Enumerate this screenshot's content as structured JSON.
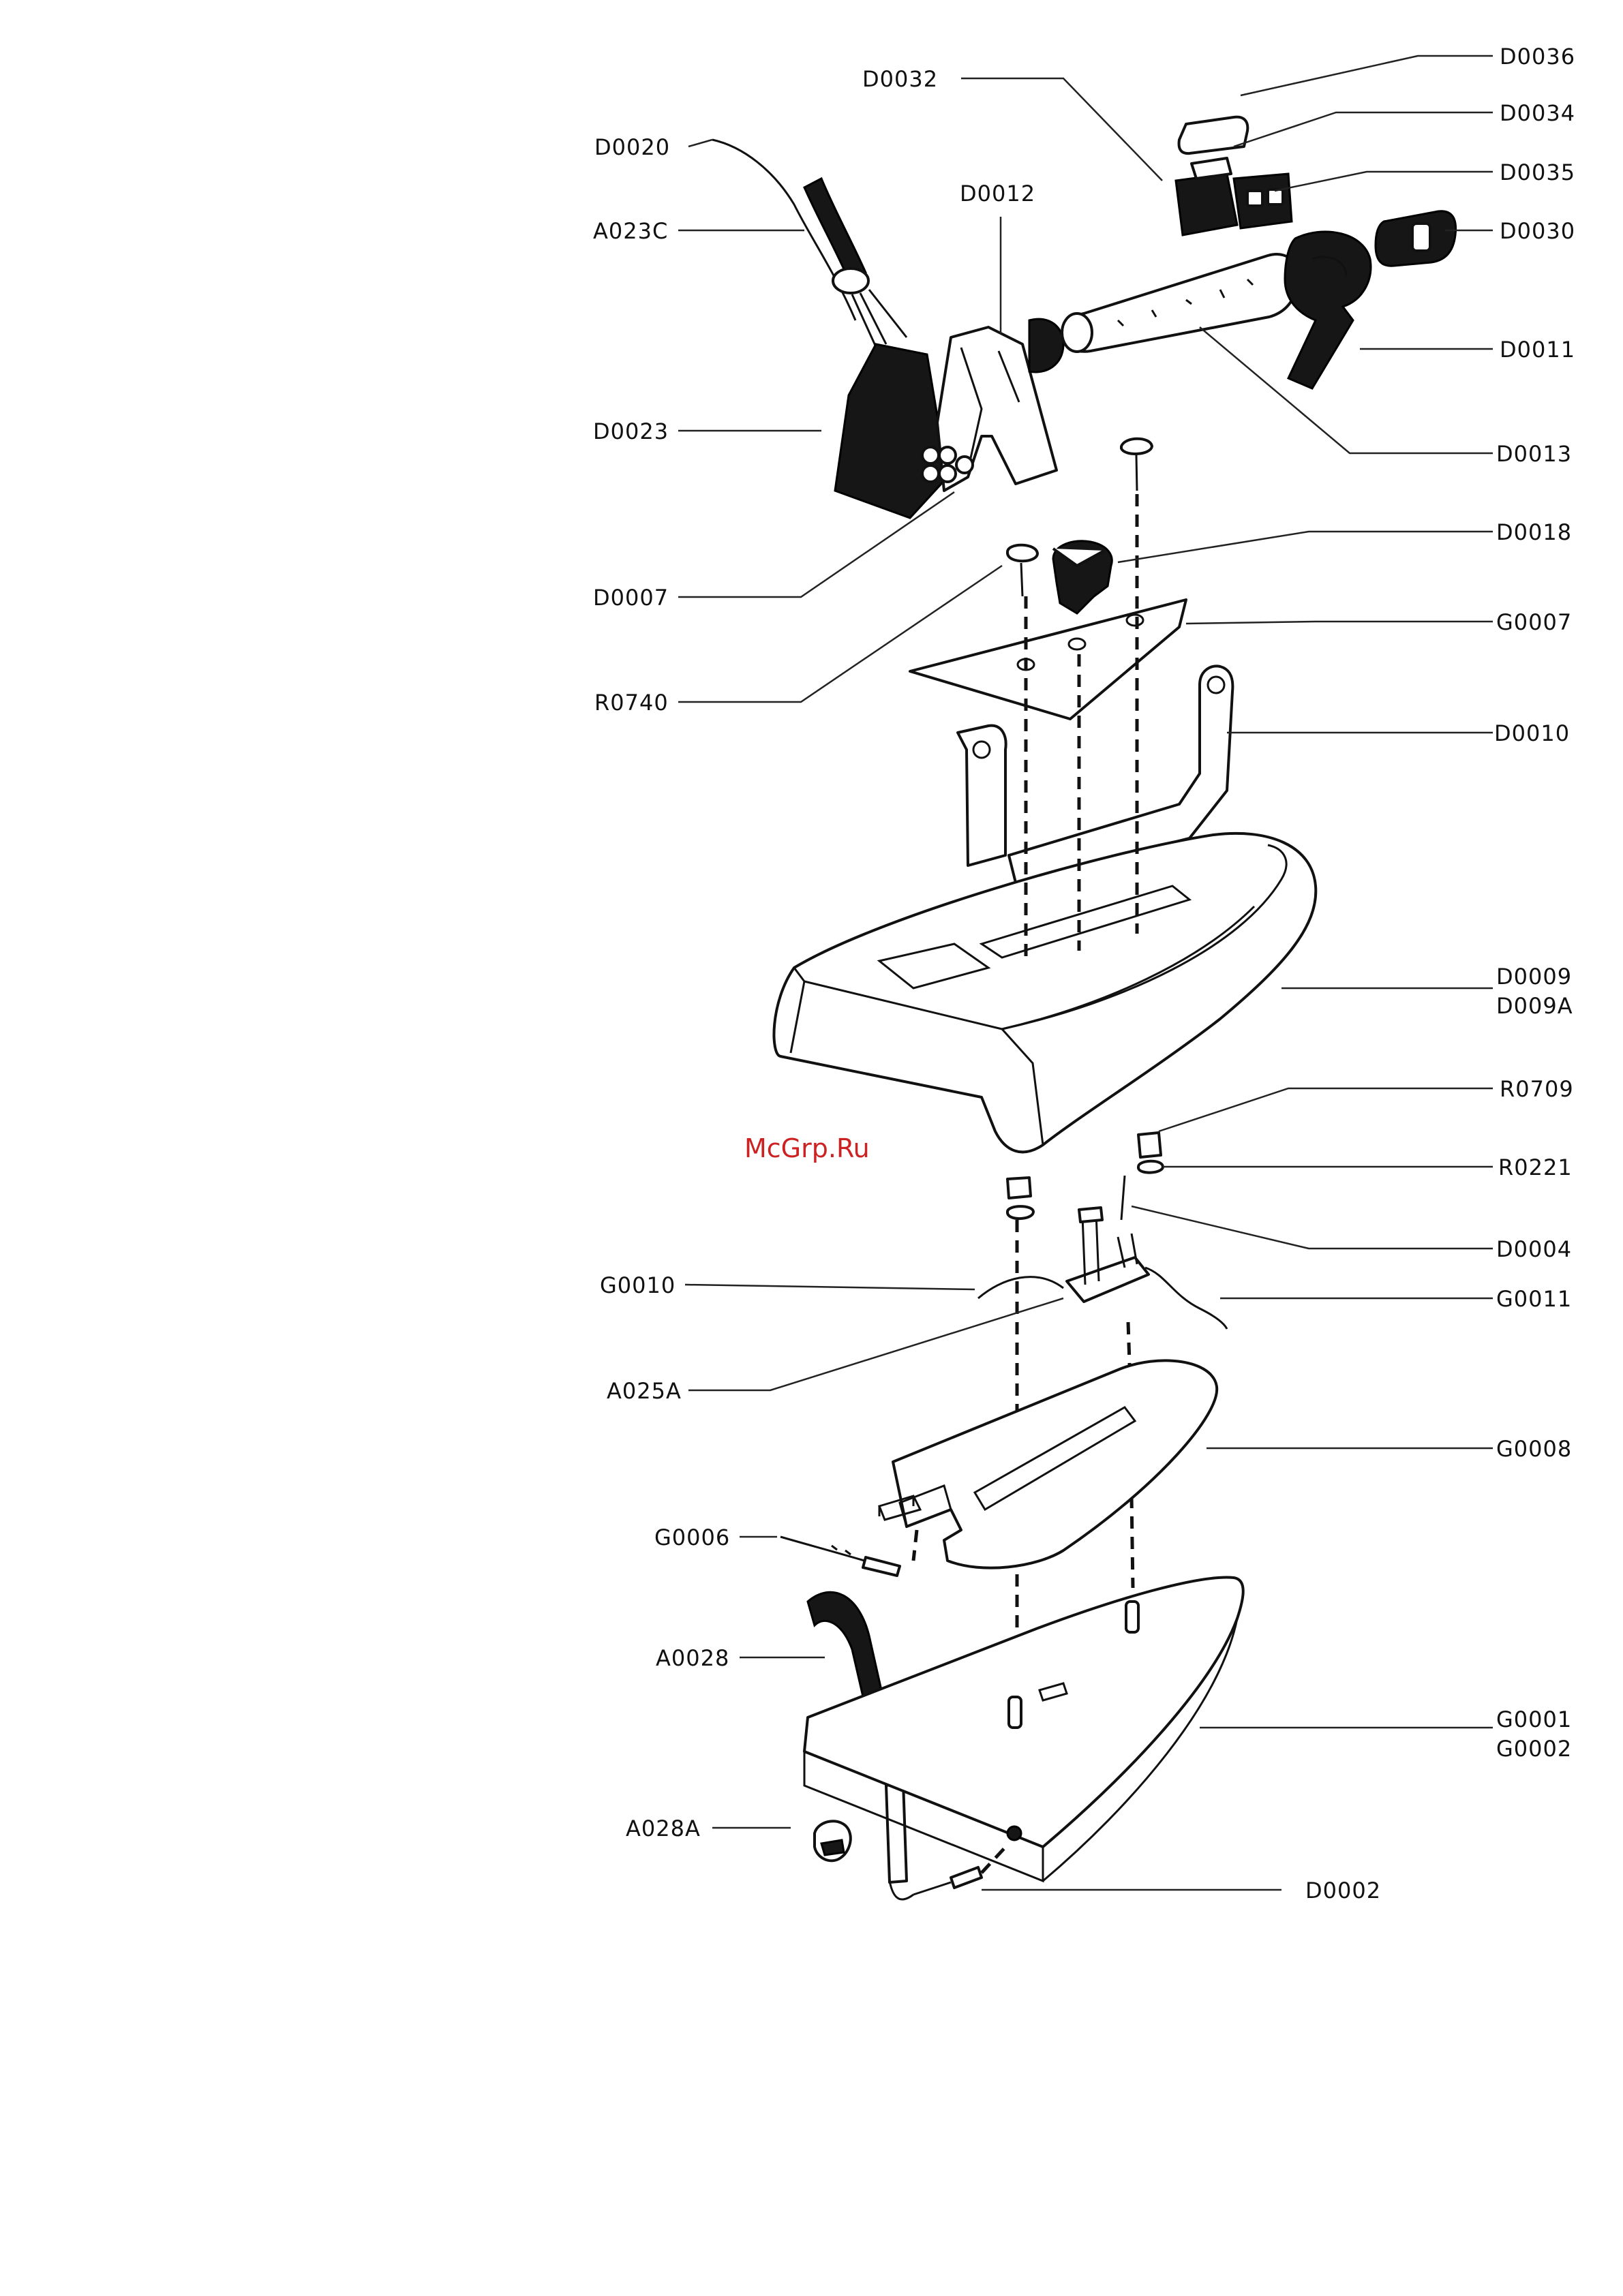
{
  "watermark": "McGrp.Ru",
  "labels": {
    "D0036": "D0036",
    "D0032": "D0032",
    "D0034": "D0034",
    "D0035": "D0035",
    "D0030": "D0030",
    "D0020": "D0020",
    "A023C": "A023C",
    "D0012": "D0012",
    "D0011": "D0011",
    "D0023": "D0023",
    "D0013": "D0013",
    "D0018": "D0018",
    "D0007": "D0007",
    "G0007": "G0007",
    "R0740": "R0740",
    "D0010": "D0010",
    "D0009": "D0009",
    "D009A": "D009A",
    "R0709": "R0709",
    "R0221": "R0221",
    "D0004": "D0004",
    "G0010": "G0010",
    "G0011": "G0011",
    "A025A": "A025A",
    "G0008": "G0008",
    "G0006": "G0006",
    "A0028": "A0028",
    "G0001": "G0001",
    "G0002": "G0002",
    "A028A": "A028A",
    "D0002": "D0002"
  }
}
